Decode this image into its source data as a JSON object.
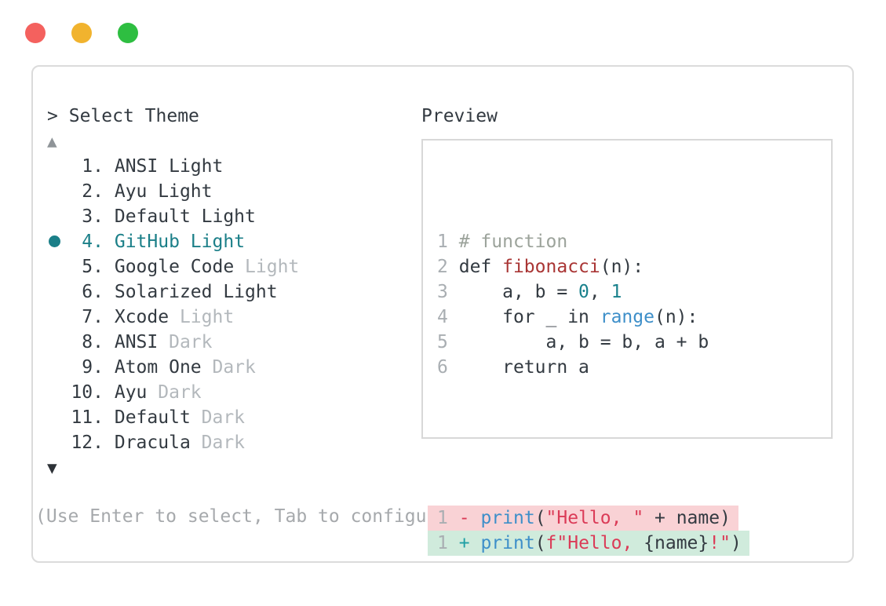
{
  "window": {
    "traffic_lights": [
      {
        "name": "close-button",
        "color": "#F4615E"
      },
      {
        "name": "minimize-button",
        "color": "#F1B32E"
      },
      {
        "name": "zoom-button",
        "color": "#2EBE41"
      }
    ]
  },
  "theme_picker": {
    "prompt": ">",
    "title": "Select Theme",
    "scroll_up_icon": "▲",
    "scroll_down_icon": "▼",
    "items": [
      {
        "number": "1.",
        "name": "ANSI",
        "variant": "Light",
        "variant_muted": false,
        "selected": false
      },
      {
        "number": "2.",
        "name": "Ayu",
        "variant": "Light",
        "variant_muted": false,
        "selected": false
      },
      {
        "number": "3.",
        "name": "Default",
        "variant": "Light",
        "variant_muted": false,
        "selected": false
      },
      {
        "number": "4.",
        "name": "GitHub",
        "variant": "Light",
        "variant_muted": false,
        "selected": true
      },
      {
        "number": "5.",
        "name": "Google Code",
        "variant": "Light",
        "variant_muted": true,
        "selected": false
      },
      {
        "number": "6.",
        "name": "Solarized",
        "variant": "Light",
        "variant_muted": false,
        "selected": false
      },
      {
        "number": "7.",
        "name": "Xcode",
        "variant": "Light",
        "variant_muted": true,
        "selected": false
      },
      {
        "number": "8.",
        "name": "ANSI",
        "variant": "Dark",
        "variant_muted": true,
        "selected": false
      },
      {
        "number": "9.",
        "name": "Atom One",
        "variant": "Dark",
        "variant_muted": true,
        "selected": false
      },
      {
        "number": "10.",
        "name": "Ayu",
        "variant": "Dark",
        "variant_muted": true,
        "selected": false
      },
      {
        "number": "11.",
        "name": "Default",
        "variant": "Dark",
        "variant_muted": true,
        "selected": false
      },
      {
        "number": "12.",
        "name": "Dracula",
        "variant": "Dark",
        "variant_muted": true,
        "selected": false
      }
    ],
    "help_text": "(Use Enter to select, Tab to configure scope, Esc to close)"
  },
  "preview": {
    "label": "Preview",
    "code_lines": [
      {
        "num": "1",
        "segments": [
          {
            "style": "comment",
            "text": "# function"
          }
        ]
      },
      {
        "num": "2",
        "segments": [
          {
            "style": "text",
            "text": "def "
          },
          {
            "style": "func",
            "text": "fibonacci"
          },
          {
            "style": "text",
            "text": "(n):"
          }
        ]
      },
      {
        "num": "3",
        "segments": [
          {
            "style": "text",
            "text": "    a, b = "
          },
          {
            "style": "num",
            "text": "0"
          },
          {
            "style": "text",
            "text": ", "
          },
          {
            "style": "num",
            "text": "1"
          }
        ]
      },
      {
        "num": "4",
        "segments": [
          {
            "style": "text",
            "text": "    for _ in "
          },
          {
            "style": "builtin",
            "text": "range"
          },
          {
            "style": "text",
            "text": "(n):"
          }
        ]
      },
      {
        "num": "5",
        "segments": [
          {
            "style": "text",
            "text": "        a, b = b, a + b"
          }
        ]
      },
      {
        "num": "6",
        "segments": [
          {
            "style": "text",
            "text": "    return a"
          }
        ]
      }
    ],
    "diff_lines": [
      {
        "num": "1",
        "sign": "-",
        "type": "removed",
        "segments": [
          {
            "style": "builtin",
            "text": "print"
          },
          {
            "style": "text",
            "text": "("
          },
          {
            "style": "string",
            "text": "\"Hello, \""
          },
          {
            "style": "text",
            "text": " + name)"
          }
        ]
      },
      {
        "num": "1",
        "sign": "+",
        "type": "added",
        "segments": [
          {
            "style": "builtin",
            "text": "print"
          },
          {
            "style": "text",
            "text": "("
          },
          {
            "style": "string",
            "text": "f\"Hello, "
          },
          {
            "style": "text",
            "text": "{name}"
          },
          {
            "style": "string",
            "text": "!\""
          },
          {
            "style": "text",
            "text": ")"
          }
        ]
      }
    ]
  },
  "colors": {
    "accent_teal": "#1B7F88",
    "muted_gray": "#B3B8BC",
    "help_gray": "#A6A9AC",
    "line_number_gray": "#A9AEB2",
    "diff_removed_bg": "#F9D2D5",
    "diff_added_bg": "#D0EBDC",
    "syntax": {
      "text": "#333A41",
      "comment": "#9CA39B",
      "function_name": "#A93534",
      "builtin": "#3E8FC9",
      "number": "#19818C",
      "string": "#DB3B57",
      "diff_minus": "#DB3B57",
      "diff_plus": "#1F9FA5"
    }
  }
}
